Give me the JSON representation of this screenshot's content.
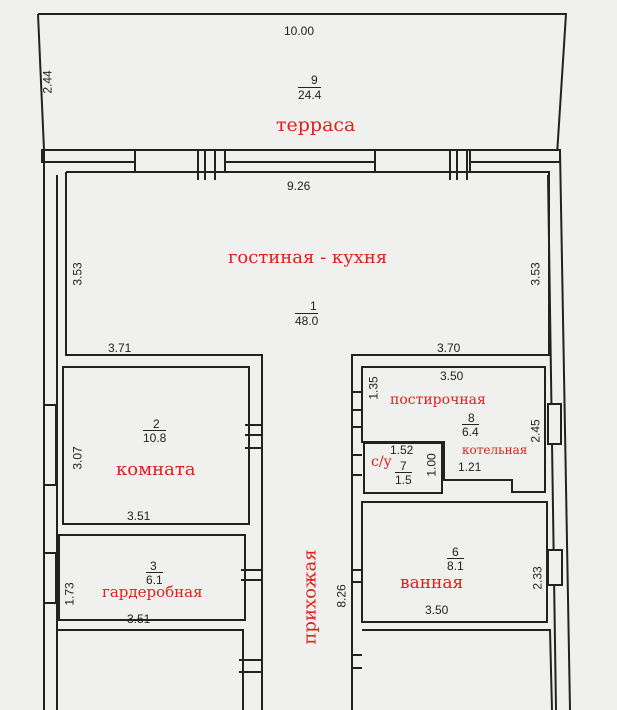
{
  "rooms": {
    "terrace": {
      "num": "9",
      "area": "24.4",
      "label": "терраса"
    },
    "living": {
      "num": "1",
      "area": "48.0",
      "label": "гостиная - кухня"
    },
    "room": {
      "num": "2",
      "area": "10.8",
      "label": "комната"
    },
    "wardrobe": {
      "num": "3",
      "area": "6.1",
      "label": "гардеробная"
    },
    "laundry": {
      "num": "8",
      "area": "6.4",
      "label": "постирочная",
      "label2": "котельная"
    },
    "wc": {
      "num": "7",
      "area": "1.5",
      "label": "с/у"
    },
    "bath": {
      "num": "6",
      "area": "8.1",
      "label": "ванная"
    },
    "hall": {
      "label": "прихожая"
    }
  },
  "dimensions": {
    "terrace_width": "10.00",
    "terrace_depth": "2.44",
    "living_width": "9.26",
    "living_left": "3.53",
    "living_right": "3.53",
    "living_bottom_left": "3.71",
    "living_bottom_right": "3.70",
    "laundry_top": "3.50",
    "laundry_left": "1.35",
    "laundry_right": "2.45",
    "wc_width": "1.52",
    "wc_height": "1.00",
    "laundry_inner": "1.21",
    "room_height": "3.07",
    "room_width": "3.51",
    "wardrobe_height": "1.73",
    "wardrobe_width": "3.51",
    "hall_length": "8.26",
    "bath_height": "2.33",
    "bath_width": "3.50"
  }
}
